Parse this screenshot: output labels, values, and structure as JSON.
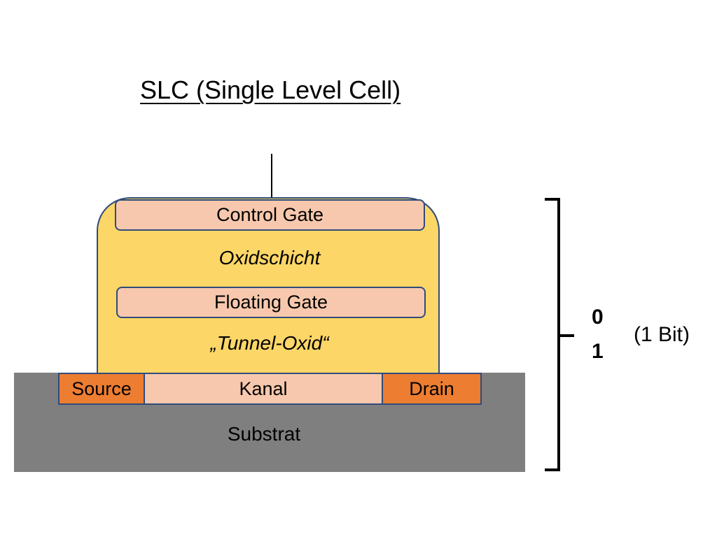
{
  "title": "SLC (Single Level Cell)",
  "cell": {
    "control_gate": "Control Gate",
    "oxide_layer": "Oxidschicht",
    "floating_gate": "Floating Gate",
    "tunnel_oxide": "„Tunnel-Oxid“",
    "source": "Source",
    "channel": "Kanal",
    "drain": "Drain",
    "substrate": "Substrat"
  },
  "states": {
    "values": [
      "0",
      "1"
    ],
    "bit_count": "(1 Bit)"
  },
  "colors": {
    "oxide": "#fcd667",
    "gate": "#f7c8ad",
    "source_drain": "#ed7d31",
    "substrate": "#7f7f7f",
    "outline": "#2f4b7c"
  }
}
